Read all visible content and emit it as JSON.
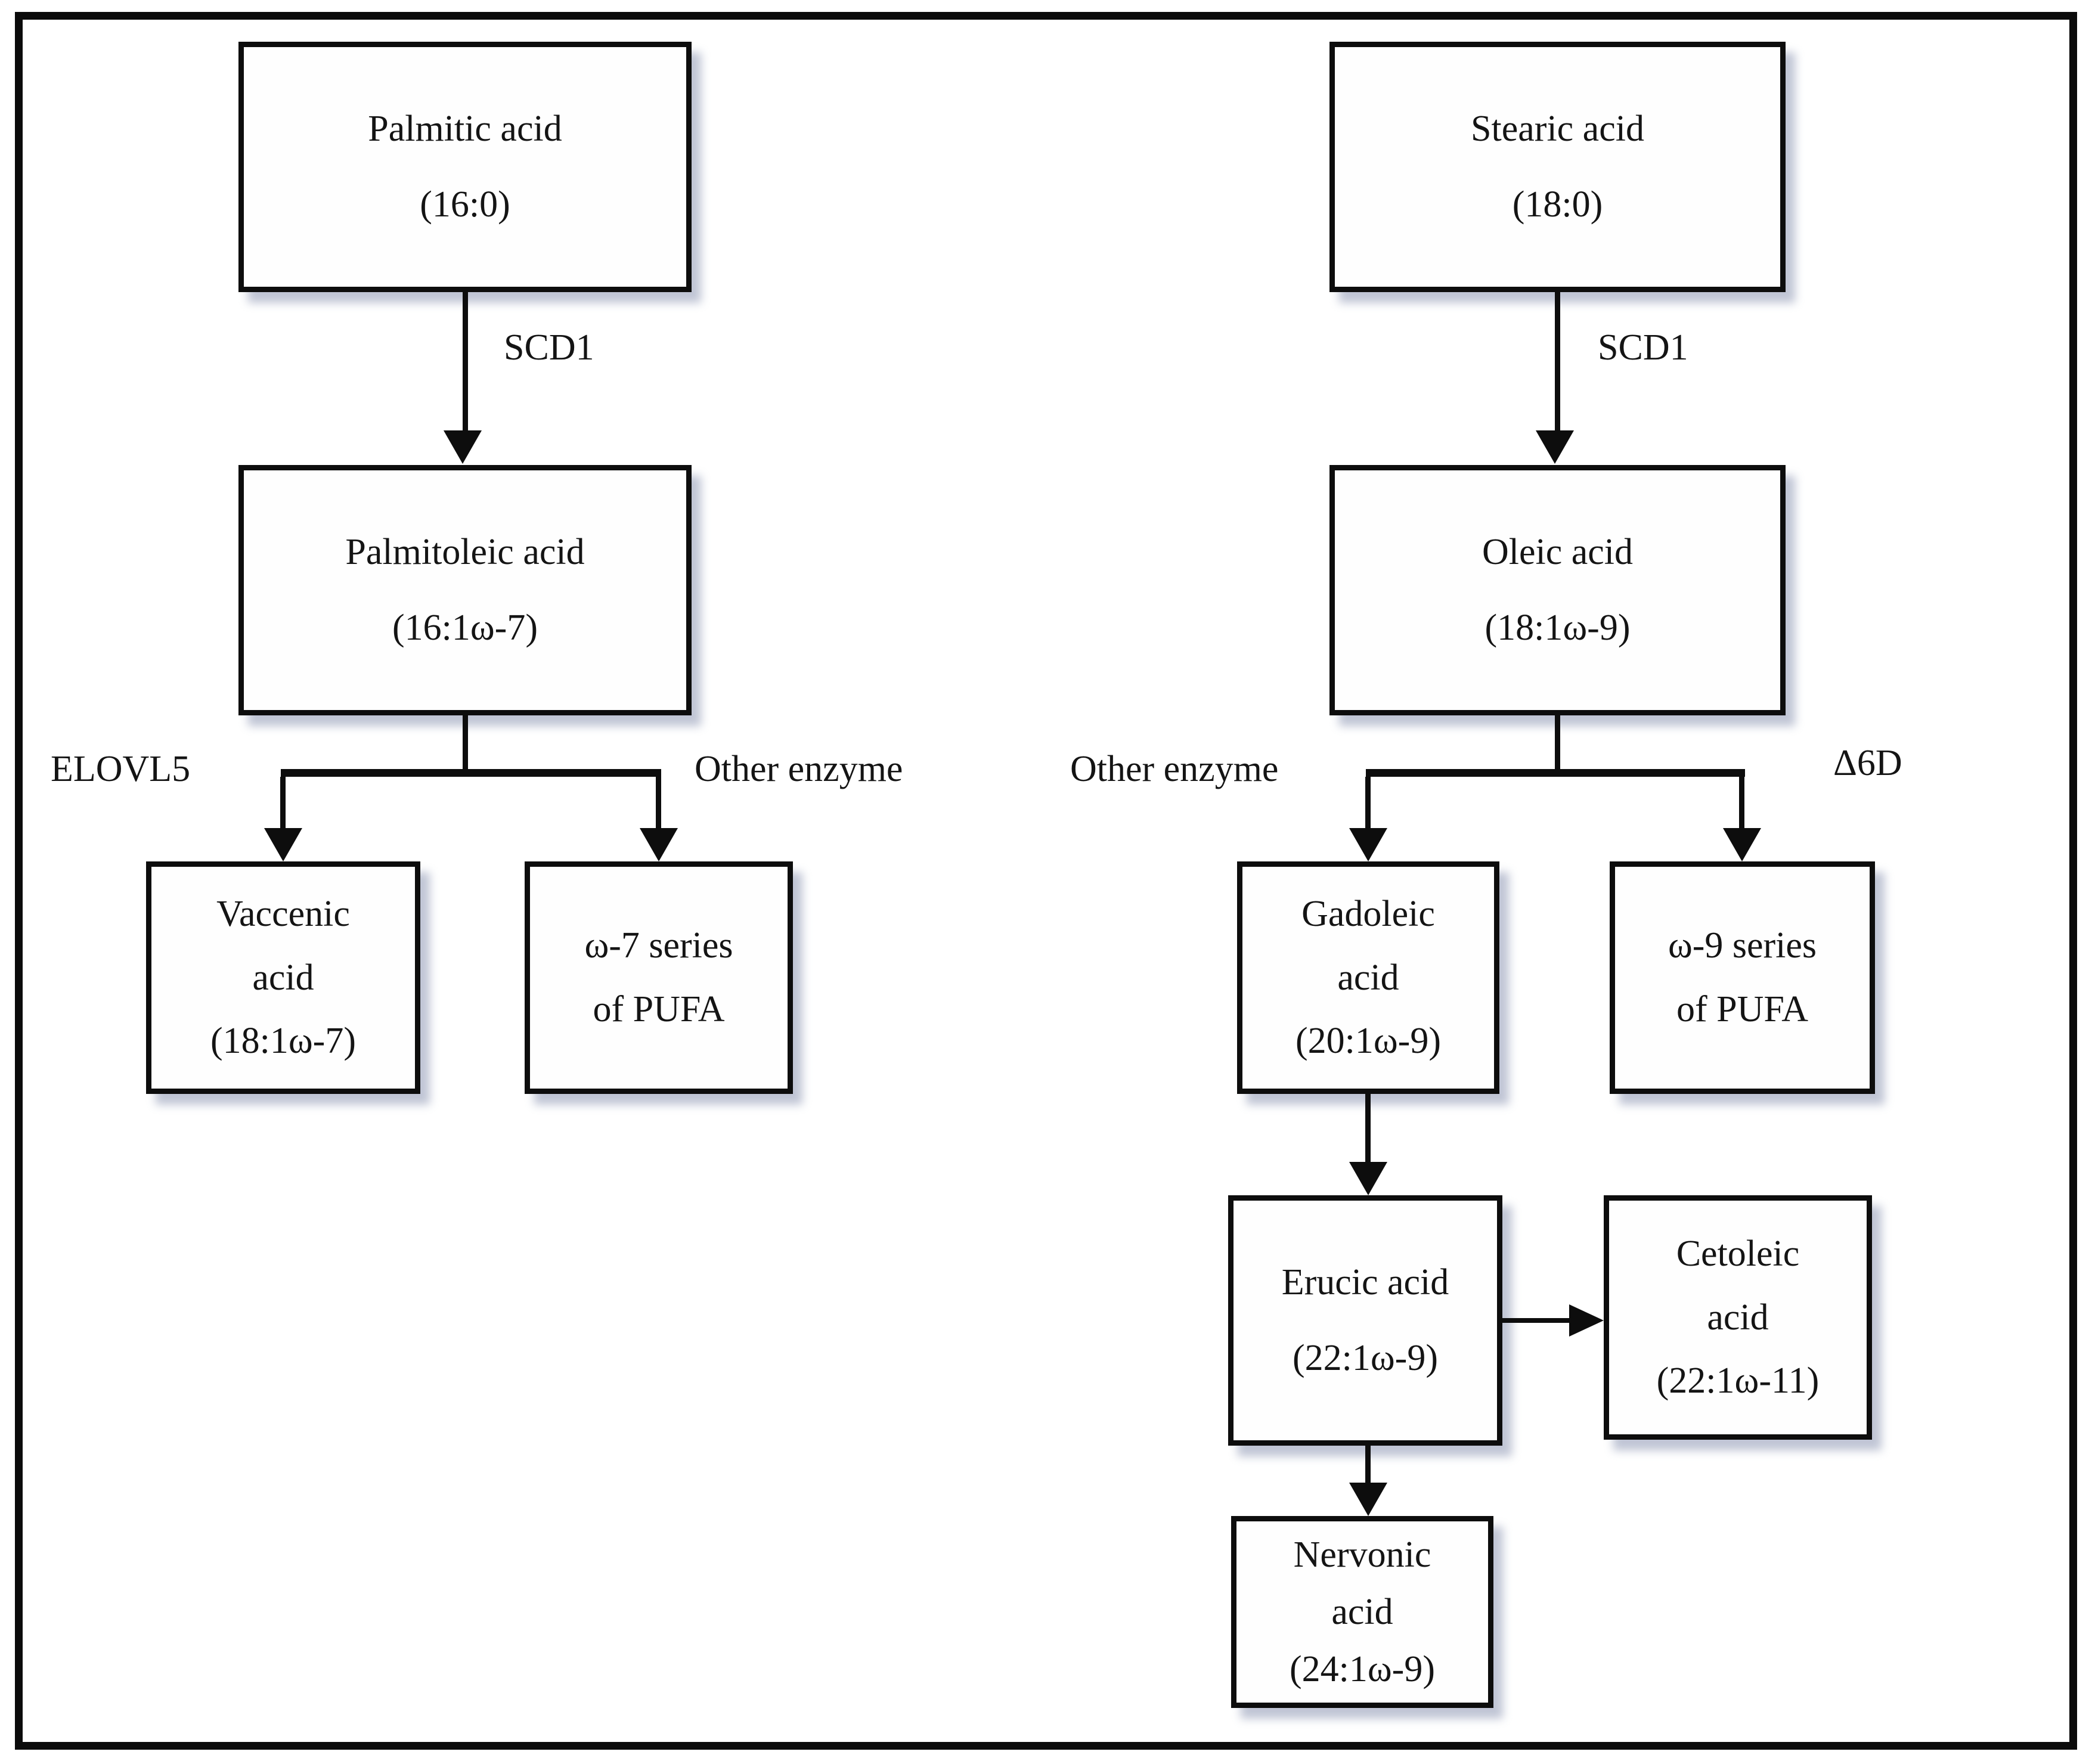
{
  "diagram": {
    "title_hint": "Biosynthesis pathways of omega-7 and omega-9 monounsaturated fatty acids",
    "colors": {
      "line": "#0d0d0d",
      "text": "#141414",
      "background": "#ffffff",
      "shadow": "rgba(124,134,168,0.48)"
    },
    "nodes": {
      "palmitic": {
        "lines": [
          "Palmitic acid",
          "(16:0)"
        ]
      },
      "palmitoleic": {
        "lines": [
          "Palmitoleic acid",
          "(16:1ω-7)"
        ]
      },
      "vaccenic": {
        "lines": [
          "Vaccenic",
          "acid",
          "(18:1ω-7)"
        ]
      },
      "pufa7": {
        "lines": [
          "ω-7 series",
          "of PUFA"
        ]
      },
      "stearic": {
        "lines": [
          "Stearic acid",
          "(18:0)"
        ]
      },
      "oleic": {
        "lines": [
          "Oleic acid",
          "(18:1ω-9)"
        ]
      },
      "gadoleic": {
        "lines": [
          "Gadoleic",
          "acid",
          "(20:1ω-9)"
        ]
      },
      "pufa9": {
        "lines": [
          "ω-9 series",
          "of PUFA"
        ]
      },
      "erucic": {
        "lines": [
          "Erucic acid",
          "(22:1ω-9)"
        ]
      },
      "cetoleic": {
        "lines": [
          "Cetoleic",
          "acid",
          "(22:1ω-11)"
        ]
      },
      "nervonic": {
        "lines": [
          "Nervonic",
          "acid",
          "(24:1ω-9)"
        ]
      }
    },
    "labels": {
      "scd1_left": "SCD1",
      "scd1_right": "SCD1",
      "elovl5": "ELOVL5",
      "other_enzyme_left": "Other enzyme",
      "other_enzyme_right": "Other enzyme",
      "delta6d": "Δ6D"
    }
  }
}
